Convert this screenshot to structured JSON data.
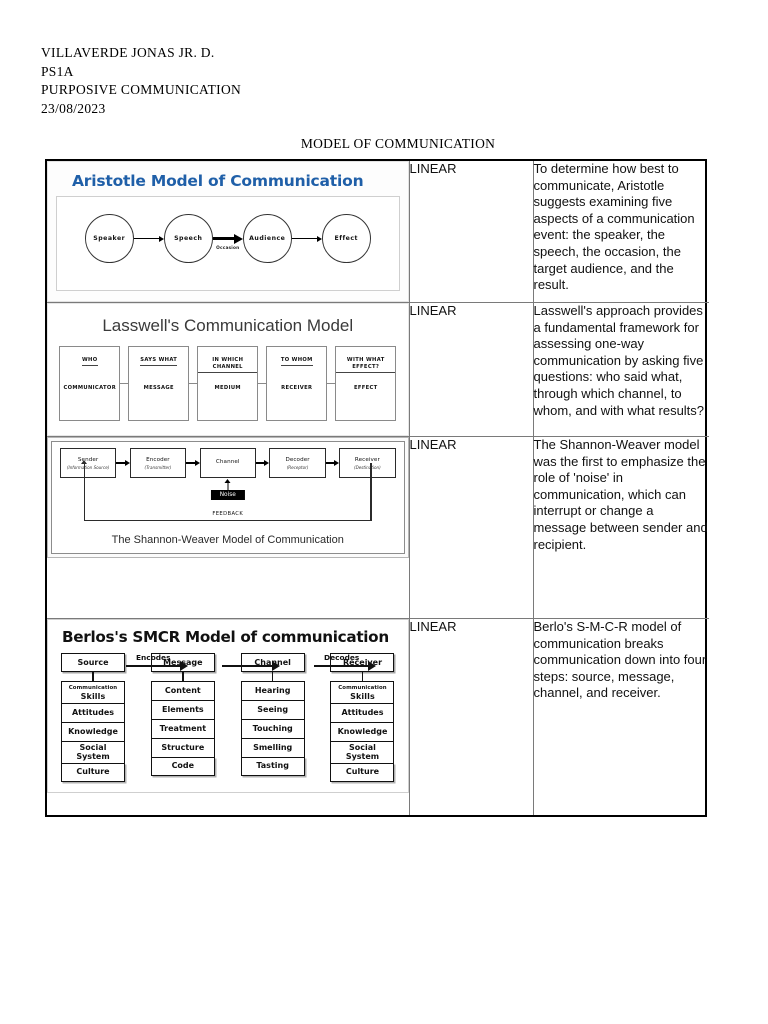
{
  "header": {
    "lines": [
      "VILLAVERDE JONAS JR. D.",
      "PS1A",
      "PURPOSIVE COMMUNICATION",
      "23/08/2023"
    ]
  },
  "document_title": "MODEL OF COMMUNICATION",
  "colors": {
    "aristotle_title": "#1f5fa8",
    "lasswell_title": "#3a3a3a",
    "noise_box": "#000000",
    "table_border": "#000000"
  },
  "table": {
    "rows": [
      {
        "type": "LINEAR",
        "description": "To determine how best to communicate, Aristotle suggests examining five aspects of a communication event: the speaker, the speech, the occasion, the target audience, and the result.",
        "figure": {
          "id": "aristotle",
          "title": "Aristotle Model of Communication",
          "nodes": [
            "Speaker",
            "Speech",
            "Audience",
            "Effect"
          ],
          "arrow_label": "Occasion"
        }
      },
      {
        "type": "LINEAR",
        "description": "Lasswell's approach provides a fundamental framework for assessing one-way communication by asking five questions: who said what, through which channel, to whom, and with what results?",
        "figure": {
          "id": "lasswell",
          "title": "Lasswell's Communication Model",
          "boxes": [
            {
              "question": "WHO",
              "answer": "COMMUNICATOR"
            },
            {
              "question": "SAYS WHAT",
              "answer": "MESSAGE"
            },
            {
              "question": "IN WHICH CHANNEL",
              "answer": "MEDIUM"
            },
            {
              "question": "TO WHOM",
              "answer": "RECEIVER"
            },
            {
              "question": "WITH WHAT EFFECT?",
              "answer": "EFFECT"
            }
          ]
        }
      },
      {
        "type": "LINEAR",
        "description": "The Shannon-Weaver model was the first to emphasize the role of 'noise' in communication, which can interrupt or change a message between sender and recipient.",
        "figure": {
          "id": "shannon-weaver",
          "caption": "The Shannon-Weaver Model of Communication",
          "noise_label": "Noise",
          "feedback_label": "FEEDBACK",
          "boxes": [
            {
              "title": "Sender",
              "subtitle": "(Information Source)"
            },
            {
              "title": "Encoder",
              "subtitle": "(Transmitter)"
            },
            {
              "title": "Channel",
              "subtitle": ""
            },
            {
              "title": "Decoder",
              "subtitle": "(Receptor)"
            },
            {
              "title": "Receiver",
              "subtitle": "(Destination)"
            }
          ]
        }
      },
      {
        "type": "LINEAR",
        "description": "Berlo's S-M-C-R model of communication breaks communication down into four steps: source, message, channel, and receiver.",
        "figure": {
          "id": "berlo",
          "title": "Berlos's SMCR Model of communication",
          "arrow_labels": [
            "Encodes",
            "Decodes"
          ],
          "columns": [
            {
              "head": "Source",
              "items": [
                "Communication|Skills",
                "Attitudes",
                "Knowledge",
                "Social|System",
                "Culture"
              ]
            },
            {
              "head": "Message",
              "items": [
                "Content",
                "Elements",
                "Treatment",
                "Structure",
                "Code"
              ]
            },
            {
              "head": "Channel",
              "items": [
                "Hearing",
                "Seeing",
                "Touching",
                "Smelling",
                "Tasting"
              ]
            },
            {
              "head": "Receiver",
              "items": [
                "Communication|Skills",
                "Attitudes",
                "Knowledge",
                "Social|System",
                "Culture"
              ]
            }
          ]
        }
      }
    ]
  }
}
